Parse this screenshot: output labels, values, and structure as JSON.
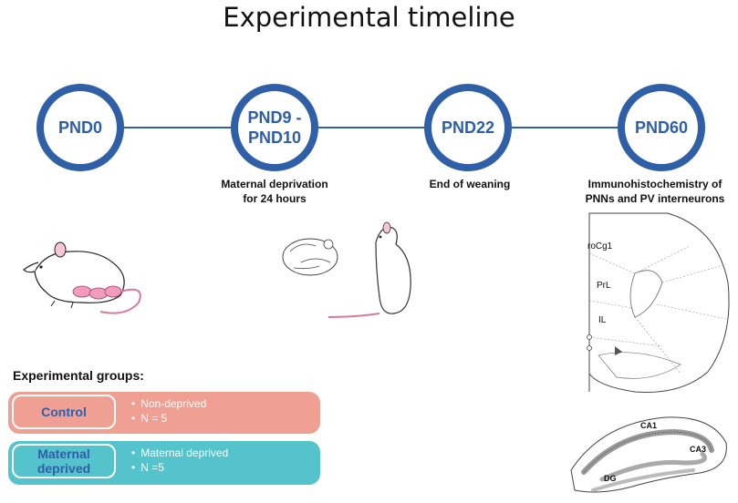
{
  "title": "Experimental timeline",
  "timeline": {
    "nodes": [
      {
        "label": "PND0"
      },
      {
        "label": "PND9 - PND10",
        "line1": "PND9 -",
        "line2": "PND10",
        "caption1": "Maternal deprivation",
        "caption2": "for 24 hours"
      },
      {
        "label": "PND22",
        "caption1": "End of weaning"
      },
      {
        "label": "PND60",
        "caption1": "Immunohistochemistry of",
        "caption2": "PNNs and PV interneurons"
      }
    ]
  },
  "groups": {
    "title": "Experimental groups:",
    "items": [
      {
        "name": "Control",
        "bullets": [
          "Non-deprived",
          "N = 5"
        ],
        "color": "#f0a093"
      },
      {
        "name_line1": "Maternal",
        "name_line2": "deprived",
        "bullets": [
          "Maternal deprived",
          "N =5"
        ],
        "color": "#55c3cc"
      }
    ]
  },
  "brain_labels": {
    "rocg1": "roCg1",
    "prl": "PrL",
    "il": "IL"
  },
  "hippocampus_labels": {
    "ca1": "CA1",
    "ca3": "CA3",
    "dg": "DG"
  },
  "colors": {
    "accent": "#2f5fa7",
    "control": "#f0a093",
    "deprived": "#55c3cc"
  }
}
